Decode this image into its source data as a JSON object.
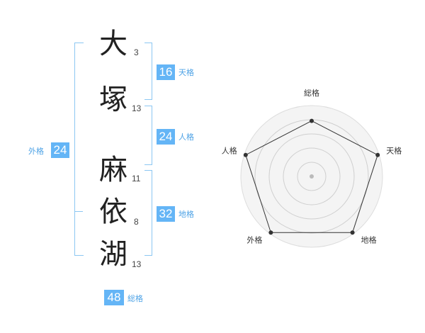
{
  "name_chars": [
    {
      "char": "大",
      "strokes": "3"
    },
    {
      "char": "塚",
      "strokes": "13"
    },
    {
      "char": "麻",
      "strokes": "11"
    },
    {
      "char": "依",
      "strokes": "8"
    },
    {
      "char": "湖",
      "strokes": "13"
    }
  ],
  "kaku": {
    "tenkaku": {
      "value": "16",
      "label": "天格"
    },
    "jinkaku": {
      "value": "24",
      "label": "人格"
    },
    "chikaku": {
      "value": "32",
      "label": "地格"
    },
    "gaikaku": {
      "value": "24",
      "label": "外格"
    },
    "soukaku": {
      "value": "48",
      "label": "総格"
    }
  },
  "colors": {
    "badge": "#64b5f6",
    "bracket": "#8cc7f2",
    "label": "#4fa3e6"
  },
  "chart_data": {
    "type": "radar",
    "axes": [
      "総格",
      "天格",
      "地格",
      "外格",
      "人格"
    ],
    "values": [
      0.8,
      1.0,
      1.0,
      1.0,
      1.0
    ],
    "range": [
      0,
      1
    ],
    "rings": 4,
    "grid": true
  }
}
